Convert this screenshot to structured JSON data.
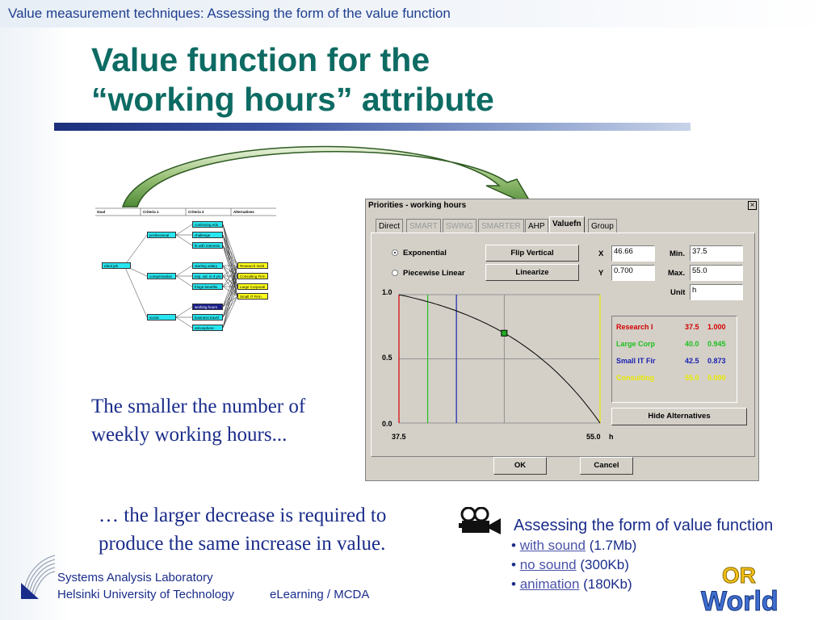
{
  "header": {
    "breadcrumb": "Value measurement techniques: Assessing the form of the value function",
    "title_line1": "Value function for the",
    "title_line2": "“working hours” attribute"
  },
  "hierarchy": {
    "columns": [
      "Goal",
      "Criteria 1",
      "Criteria 2",
      "Alternatives"
    ],
    "goal": "Ideal job",
    "criteria1": [
      "professional",
      "compensation",
      "social"
    ],
    "criteria2": [
      "continuing edu",
      "challenge",
      "fit with interests",
      "starting salary",
      "exp. sal. in 3 yrs",
      "fringe benefits",
      "working hours",
      "business travel",
      "atmosphere"
    ],
    "alternatives": [
      "Research Instit",
      "Consulting Firm",
      "Large Corporati",
      "Small IT Firm"
    ]
  },
  "dialog": {
    "title": "Priorities - working hours",
    "close": "×",
    "tabs": [
      {
        "label": "Direct",
        "state": "normal"
      },
      {
        "label": "SMART",
        "state": "disabled"
      },
      {
        "label": "SWING",
        "state": "disabled"
      },
      {
        "label": "SMARTER",
        "state": "disabled"
      },
      {
        "label": "AHP",
        "state": "normal"
      },
      {
        "label": "Valuefn",
        "state": "active"
      },
      {
        "label": "Group",
        "state": "normal"
      }
    ],
    "radio_exponential": "Exponential",
    "radio_piecewise": "Piecewise Linear",
    "selected_radio": "Exponential",
    "btn_flip": "Flip Vertical",
    "btn_linearize": "Linearize",
    "x_label": "X",
    "x_value": "46.66",
    "y_label": "Y",
    "y_value": "0.700",
    "min_label": "Min.",
    "min_value": "37.5",
    "max_label": "Max.",
    "max_value": "55.0",
    "unit_label": "Unit",
    "unit_value": "h",
    "alternatives": [
      {
        "name": "Research I",
        "x": "37.5",
        "v": "1.000",
        "color": "#d40000"
      },
      {
        "name": "Large Corp",
        "x": "40.0",
        "v": "0.945",
        "color": "#20c020"
      },
      {
        "name": "Small IT Fir",
        "x": "42.5",
        "v": "0.873",
        "color": "#1a20b0"
      },
      {
        "name": "Consulting",
        "x": "55.0",
        "v": "0.000",
        "color": "#e8e800"
      }
    ],
    "btn_hide": "Hide Alternatives",
    "btn_ok": "OK",
    "btn_cancel": "Cancel"
  },
  "chart_data": {
    "type": "line",
    "x_min_label": "37.5",
    "x_max_label": "55.0",
    "x_unit": "h",
    "y_ticks": [
      "1.0",
      "0.5",
      "0.0"
    ],
    "xlim": [
      37.5,
      55.0
    ],
    "ylim": [
      0,
      1
    ],
    "curve": "exponential decreasing",
    "selected_point": {
      "x": 46.66,
      "y": 0.7
    },
    "curve_color": "#000000",
    "marker_color": "#22aa22"
  },
  "notes": {
    "note1_line1": "The smaller the number of",
    "note1_line2": "weekly working hours...",
    "note2_line1": "… the larger decrease is required to",
    "note2_line2": "produce the same increase in value."
  },
  "media": {
    "title": "Assessing the form of value function",
    "items": [
      {
        "link": "with sound",
        "size": "(1.7Mb)"
      },
      {
        "link": "no sound",
        "size": "(300Kb)"
      },
      {
        "link": "animation",
        "size": "(180Kb)"
      }
    ]
  },
  "footer": {
    "lab": "Systems Analysis Laboratory",
    "university": "Helsinki University of Technology",
    "course": "eLearning / MCDA",
    "logo_text": "OR World"
  }
}
